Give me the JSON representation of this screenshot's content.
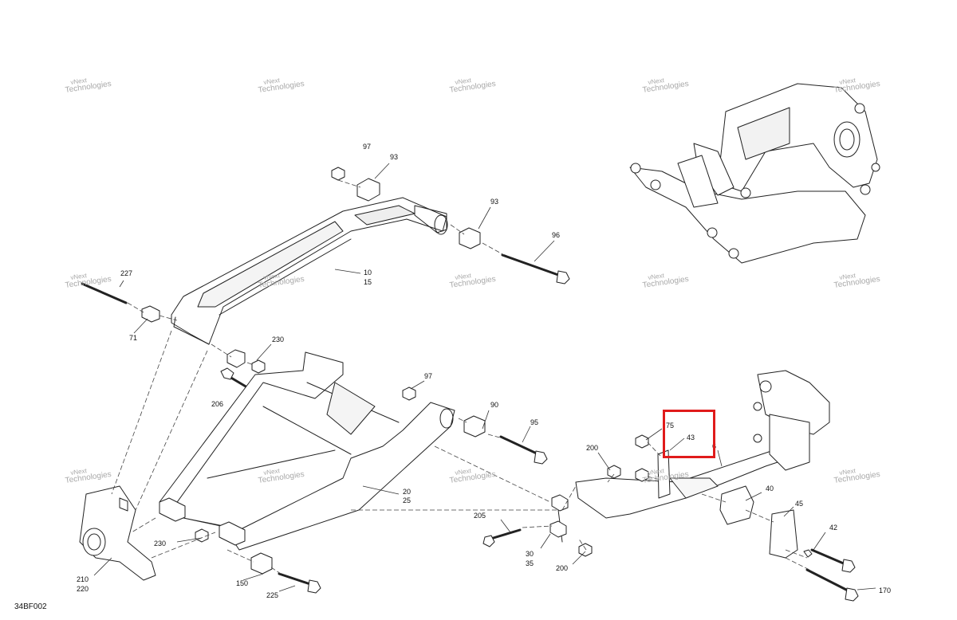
{
  "diagram_id": "34BF002",
  "watermark": {
    "line1": "vNext",
    "line2": "Technologies"
  },
  "highlight_color": "#e01b1b",
  "callouts": [
    {
      "text": "97"
    },
    {
      "text": "93"
    },
    {
      "text": "93"
    },
    {
      "text": "96"
    },
    {
      "text": "227"
    },
    {
      "text": "71"
    },
    {
      "text": "10"
    },
    {
      "text": "15"
    },
    {
      "text": "230"
    },
    {
      "text": "206"
    },
    {
      "text": "97"
    },
    {
      "text": "90"
    },
    {
      "text": "95"
    },
    {
      "text": "20"
    },
    {
      "text": "25"
    },
    {
      "text": "230"
    },
    {
      "text": "150"
    },
    {
      "text": "225"
    },
    {
      "text": "210"
    },
    {
      "text": "220"
    },
    {
      "text": "200"
    },
    {
      "text": "205"
    },
    {
      "text": "30"
    },
    {
      "text": "35"
    },
    {
      "text": "200"
    },
    {
      "text": "75"
    },
    {
      "text": "43"
    },
    {
      "text": "6"
    },
    {
      "text": "40"
    },
    {
      "text": "45"
    },
    {
      "text": "42"
    },
    {
      "text": "170"
    }
  ]
}
